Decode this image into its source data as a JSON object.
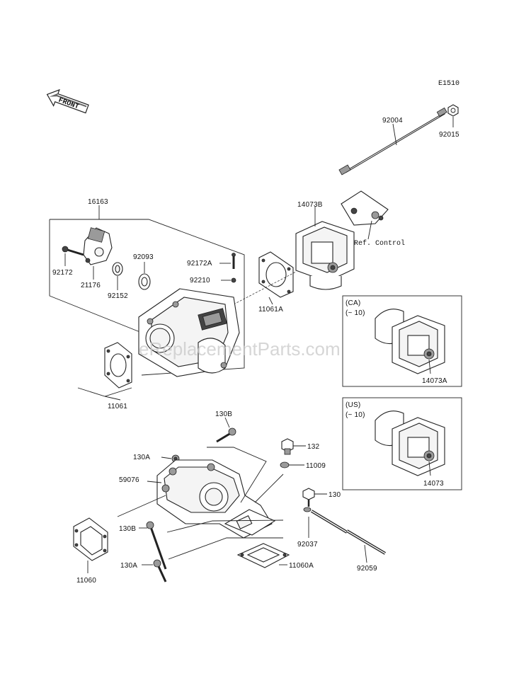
{
  "diagram_code": "E1510",
  "front_arrow": {
    "label": "FRONT",
    "icon": "front-arrow-icon"
  },
  "watermark": "eReplacementParts.com",
  "ref_note": "Ref. Control",
  "callouts": {
    "p92004": "92004",
    "p92015": "92015",
    "p16163": "16163",
    "p14073B": "14073B",
    "p92172": "92172",
    "p21176": "21176",
    "p92152": "92152",
    "p92093": "92093",
    "p92172A": "92172A",
    "p92210": "92210",
    "p11061A": "11061A",
    "p11061": "11061",
    "p130B_top": "130B",
    "p130A_top": "130A",
    "p59076": "59076",
    "p130B_bot": "130B",
    "p130A_bot": "130A",
    "p11060": "11060",
    "p11060A": "11060A",
    "p132": "132",
    "p11009": "11009",
    "p130": "130",
    "p92037": "92037",
    "p92059": "92059"
  },
  "variant_ca": {
    "region": "(CA)",
    "range": "(~ 10)",
    "part": "14073A"
  },
  "variant_us": {
    "region": "(US)",
    "range": "(~ 10)",
    "part": "14073"
  }
}
